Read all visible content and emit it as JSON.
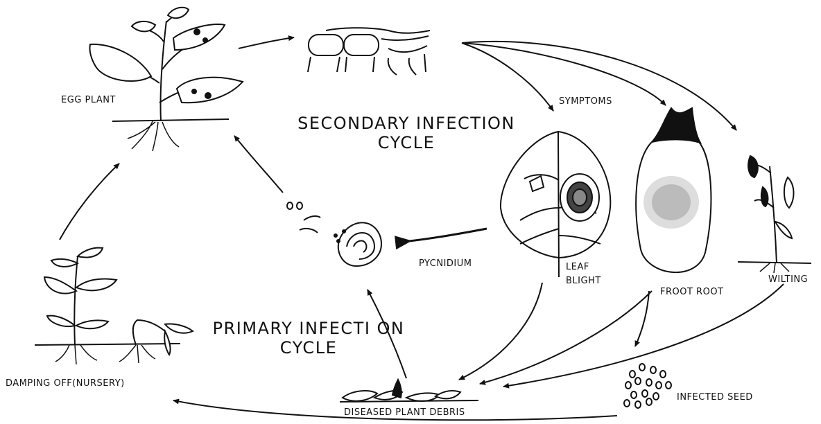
{
  "labels": {
    "egg_plant": "EGG PLANT",
    "secondary_cycle_line1": "SECONDARY INFECTION",
    "secondary_cycle_line2": "CYCLE",
    "symptoms": "SYMPTOMS",
    "leaf_blight_line1": "LEAF",
    "leaf_blight_line2": "BLIGHT",
    "pycnidium": "PYCNIDIUM",
    "fruit_rot": "FROOT ROOT",
    "wilting": "WILTING",
    "primary_cycle_line1": "PRIMARY INFECTI ON",
    "primary_cycle_line2": "CYCLE",
    "damping_off": "DAMPING OFF(NURSERY)",
    "infected_seed": "INFECTED SEED",
    "diseased_debris": "DISEASED PLANT DEBRIS"
  },
  "colors": {
    "ink": "#111111",
    "paper": "#ffffff"
  }
}
